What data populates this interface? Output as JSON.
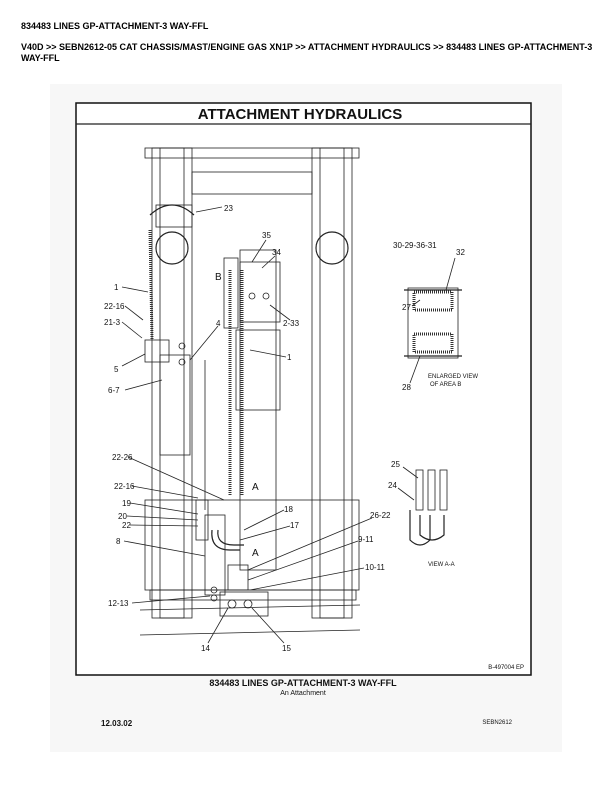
{
  "page_title": "834483 LINES GP-ATTACHMENT-3 WAY-FFL",
  "breadcrumb": "V40D >> SEBN2612-05 CAT CHASSIS/MAST/ENGINE GAS XN1P >> ATTACHMENT HYDRAULICS >> 834483 LINES GP-ATTACHMENT-3 WAY-FFL",
  "drawing": {
    "title": "ATTACHMENT HYDRAULICS",
    "drawing_number": "B-497004 EP",
    "enlarged_view_line1": "ENLARGED VIEW",
    "enlarged_view_line2": "OF AREA B",
    "view_aa": "VIEW A-A",
    "callouts": {
      "c23": "23",
      "c35": "35",
      "c34": "34",
      "cB": "B",
      "c2_33": "2-33",
      "c1a": "1",
      "c22_16a": "22-16",
      "c21_3": "21-3",
      "c4": "4",
      "c5": "5",
      "c1b": "1",
      "c6_7": "6-7",
      "c30": "30-29-36-31",
      "c32": "32",
      "c27": "27",
      "c28": "28",
      "c22_26": "22-26",
      "c22_16b": "22-16",
      "c19": "19",
      "c20": "20",
      "c22": "22",
      "c8": "8",
      "cA1": "A",
      "c18": "18",
      "c17": "17",
      "cA2": "A",
      "c26_22": "26-22",
      "c9_11": "9-11",
      "c10_11": "10-11",
      "c12_13": "12-13",
      "c14": "14",
      "c15": "15",
      "c25": "25",
      "c24": "24"
    }
  },
  "caption": {
    "title": "834483 LINES GP-ATTACHMENT-3 WAY-FFL",
    "subtitle": "An Attachment"
  },
  "footer": {
    "date": "12.03.02",
    "doc_code": "SEBN2612"
  }
}
